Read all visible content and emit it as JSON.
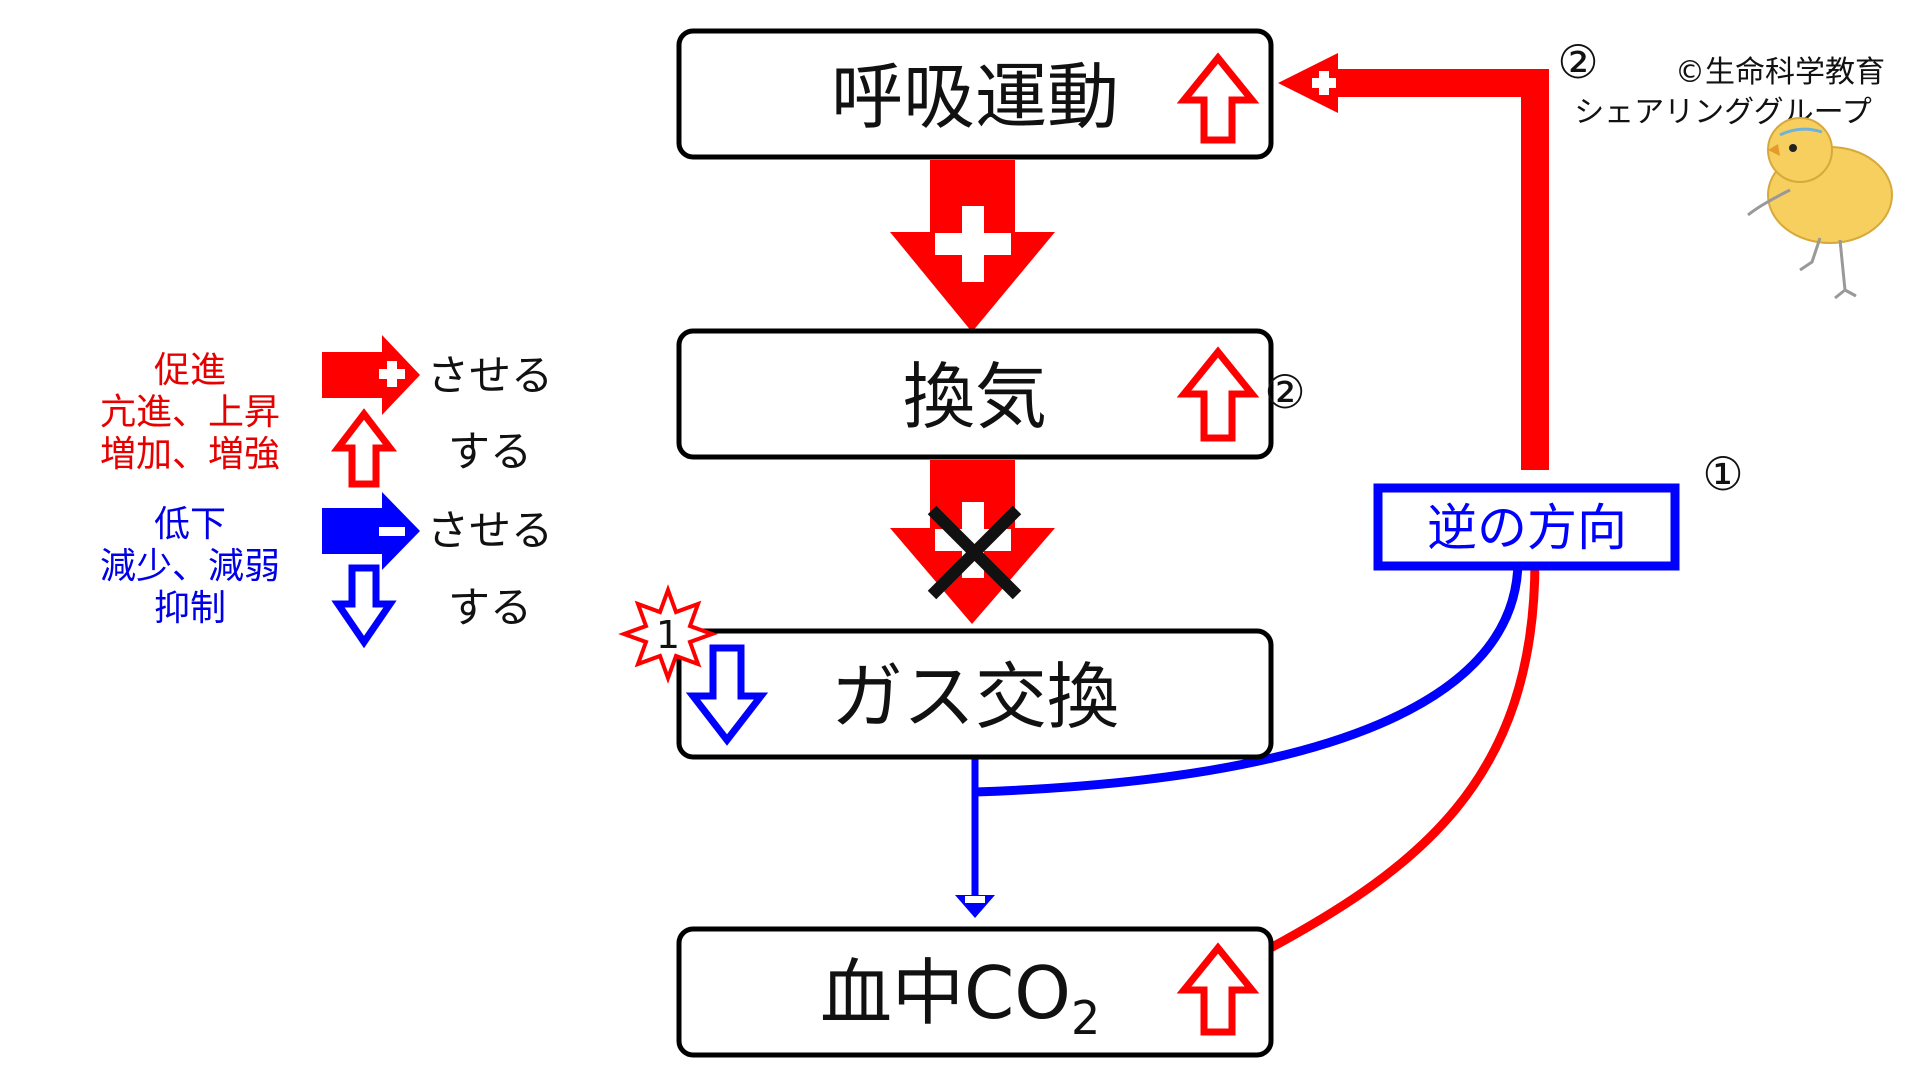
{
  "boxes": {
    "respiratory_movement": "呼吸運動",
    "ventilation": "換気",
    "gas_exchange": "ガス交換",
    "blood_co2": {
      "main": "血中CO",
      "subscript": "2"
    }
  },
  "markers": {
    "ventilation_marker": "②",
    "top_right_marker": "②",
    "reverse_marker": "①",
    "starburst_number": "1"
  },
  "feedback_label": "逆の方向",
  "credit": {
    "line1": "©生命科学教育",
    "line2": "シェアリンググループ"
  },
  "legend": {
    "red_terms": [
      "促進",
      "亢進、上昇",
      "増加、増強"
    ],
    "blue_terms": [
      "低下",
      "減少、減弱",
      "抑制"
    ],
    "verb_cause": "させる",
    "verb_self": "する"
  },
  "colors": {
    "red": "#ff0000",
    "blue": "#0000ff",
    "box_border": "#000000"
  },
  "icons": [
    "plus-arrow-icon",
    "minus-arrow-icon",
    "up-arrow-icon",
    "down-arrow-icon",
    "cross-icon",
    "starburst-icon",
    "chick-illustration"
  ]
}
